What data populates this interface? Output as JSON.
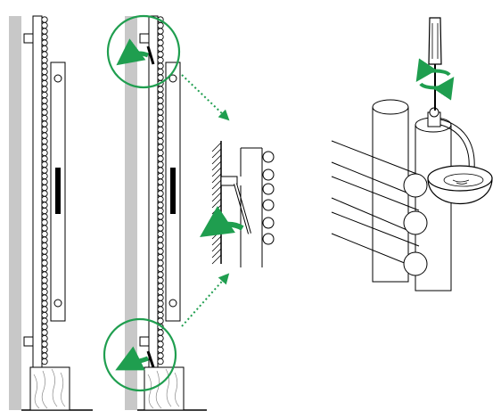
{
  "colors": {
    "wall_grey": "#c8c8c8",
    "accent_green": "#1f9e4f",
    "line_black": "#000000",
    "background": "#ffffff"
  },
  "panels": [
    {
      "name": "panel-1-mounted-heater"
    },
    {
      "name": "panel-2-vent-valve-step",
      "highlight_icons": [
        "green-magnifier-circle",
        "green-turn-arrow",
        "dotted-leader-arrow"
      ]
    },
    {
      "name": "panel-3-valve-detail",
      "icons": [
        "green-turn-arrow"
      ]
    },
    {
      "name": "panel-4-screwdriver-bleed",
      "icons": [
        "screwdriver-icon",
        "green-rotate-arrows-icon",
        "collecting-bowl-icon"
      ]
    }
  ]
}
